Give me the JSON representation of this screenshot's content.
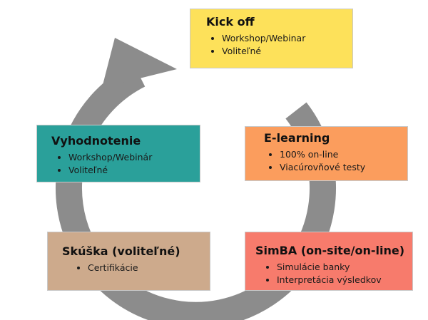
{
  "colors": {
    "arrow": "#8c8c8c",
    "kickoff": "#fde15a",
    "elearning": "#fb9d5d",
    "simba": "#f77b6c",
    "exam": "#cdaa8c",
    "evaluation": "#2aa09a"
  },
  "icons": {
    "cycle_arrow": "circular-arrow"
  },
  "stages": [
    {
      "title": "Kick off",
      "items": [
        "Workshop/Webinar",
        "Voliteľné"
      ]
    },
    {
      "title": "E-learning",
      "items": [
        "100% on-line",
        "Viacúrovňové testy"
      ]
    },
    {
      "title": "SimBA (on-site/on-line)",
      "items": [
        "Simulácie banky",
        "Interpretácia výsledkov"
      ]
    },
    {
      "title": "Skúška (voliteľné)",
      "items": [
        "Certifikácie"
      ]
    },
    {
      "title": "Vyhodnotenie",
      "items": [
        "Workshop/Webinár",
        "Voliteľné"
      ]
    }
  ]
}
